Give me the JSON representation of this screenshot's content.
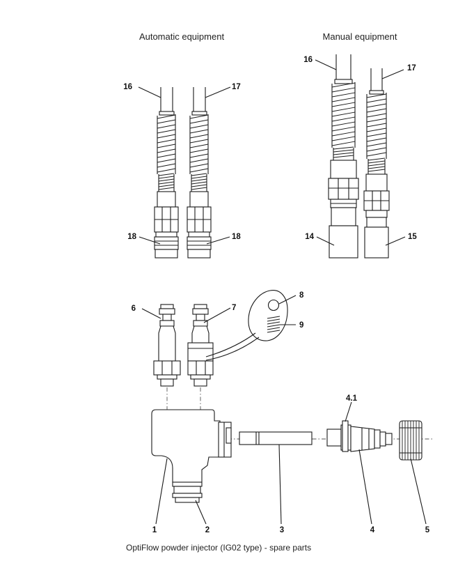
{
  "headings": {
    "automatic": "Automatic equipment",
    "manual": "Manual equipment"
  },
  "caption": "OptiFlow powder injector (IG02 type) - spare parts",
  "labels": {
    "auto_16": "16",
    "auto_17": "17",
    "auto_18_left": "18",
    "auto_18_right": "18",
    "man_16": "16",
    "man_17": "17",
    "man_14": "14",
    "man_15": "15",
    "p6": "6",
    "p7": "7",
    "p8": "8",
    "p9": "9",
    "p4_1": "4.1",
    "p1": "1",
    "p2": "2",
    "p3": "3",
    "p4": "4",
    "p5": "5"
  }
}
